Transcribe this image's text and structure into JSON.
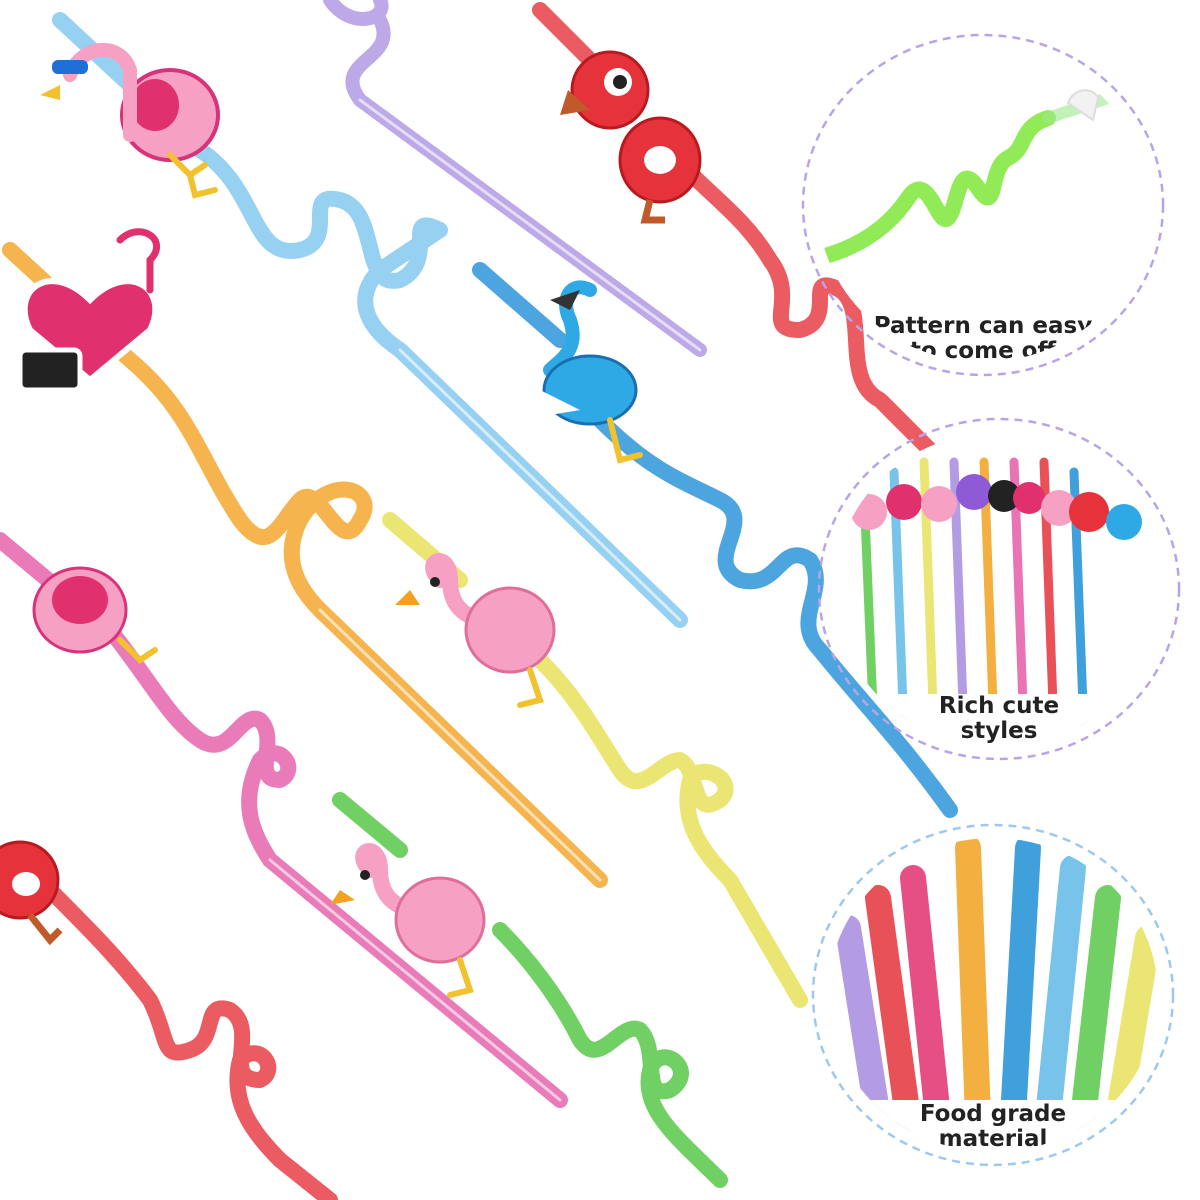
{
  "callouts": [
    {
      "label_line1": "Pattern can easy",
      "label_line2": "to come off"
    },
    {
      "label_line1": "Rich cute",
      "label_line2": "styles"
    },
    {
      "label_line1": "Food grade",
      "label_line2": "material"
    }
  ],
  "colors": {
    "straw_blue": "#5fb8e6",
    "straw_purple": "#a78be0",
    "straw_red": "#e5323b",
    "straw_orange": "#f2a120",
    "straw_deep_blue": "#1f8fd6",
    "straw_yellow": "#e8e05a",
    "straw_pink": "#e45aa8",
    "straw_green": "#58c848",
    "flamingo_pink": "#f6a0c4",
    "flamingo_magenta": "#e0306e",
    "ring_dash": "#b9a4e8"
  },
  "icons": [
    "flamingo-sunglasses-icon",
    "parrot-red-icon",
    "i-love-flamingo-icon",
    "flamingo-blue-icon",
    "flamingo-pink-icon"
  ]
}
